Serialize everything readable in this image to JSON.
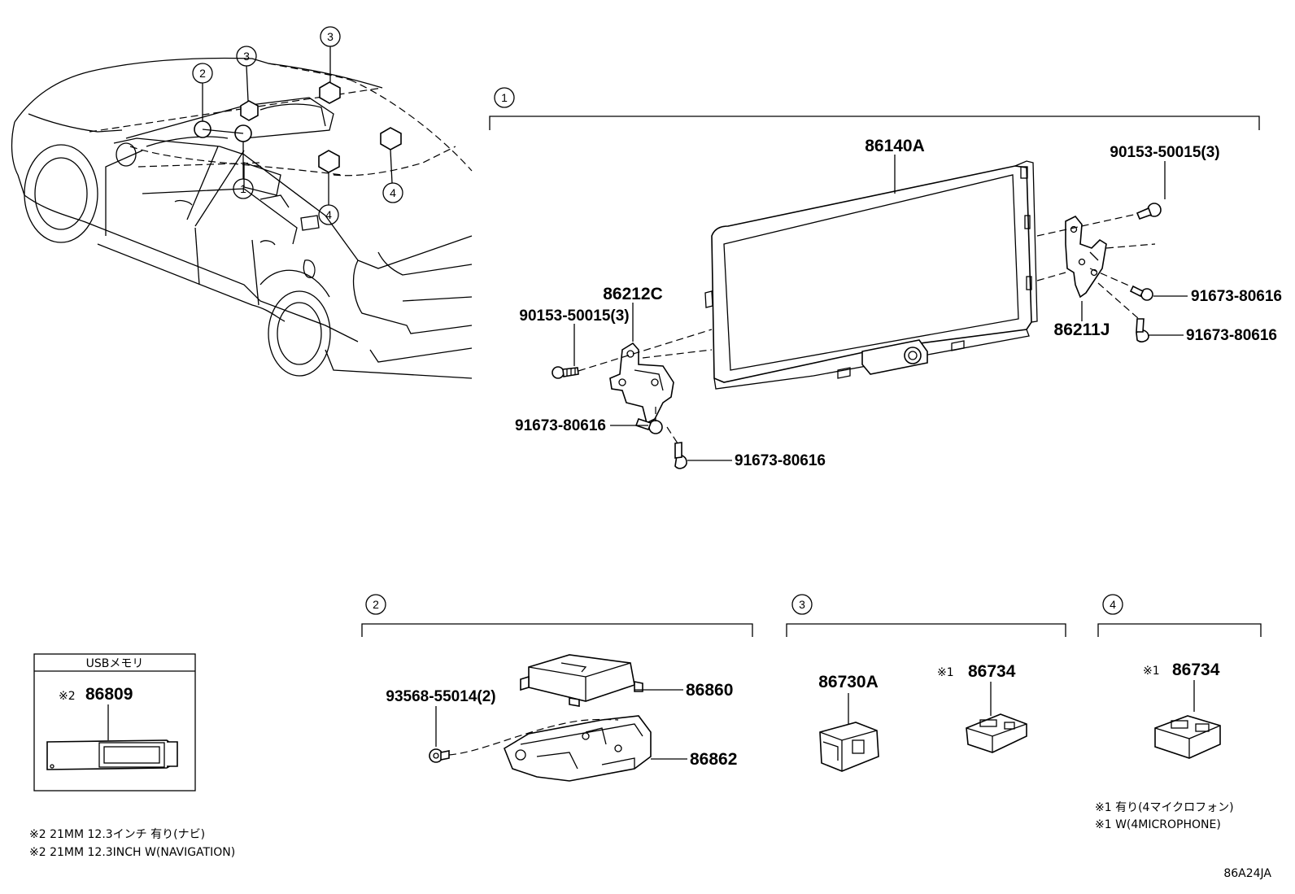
{
  "diagram_id": "86A24JA",
  "car_callouts": {
    "circle_labels": [
      "1",
      "2",
      "3",
      "3",
      "4",
      "4"
    ]
  },
  "groups": [
    {
      "id": "1"
    },
    {
      "id": "2"
    },
    {
      "id": "3"
    },
    {
      "id": "4"
    }
  ],
  "parts_group1": {
    "display": "86140A",
    "bracket_left": "86212C",
    "bracket_right": "86211J",
    "screw_left_top": "90153-50015(3)",
    "screw_right_top": "90153-50015(3)",
    "bolt_left_1": "91673-80616",
    "bolt_left_2": "91673-80616",
    "bolt_right_1": "91673-80616",
    "bolt_right_2": "91673-80616"
  },
  "parts_group2": {
    "screw": "93568-55014(2)",
    "module": "86860",
    "bracket": "86862"
  },
  "parts_group3": {
    "part_a": "86730A",
    "part_b_mark": "※1",
    "part_b": "86734"
  },
  "parts_group4": {
    "part_mark": "※1",
    "part": "86734"
  },
  "usb_box": {
    "title": "USBメモリ",
    "mark": "※2",
    "part": "86809"
  },
  "notes": {
    "note1_jp": "※1 有り(4マイクロフォン)",
    "note1_en": "※1 W(4MICROPHONE)",
    "note2_jp": "※2 21MM 12.3インチ 有り(ナビ)",
    "note2_en": "※2 21MM 12.3INCH W(NAVIGATION)"
  }
}
